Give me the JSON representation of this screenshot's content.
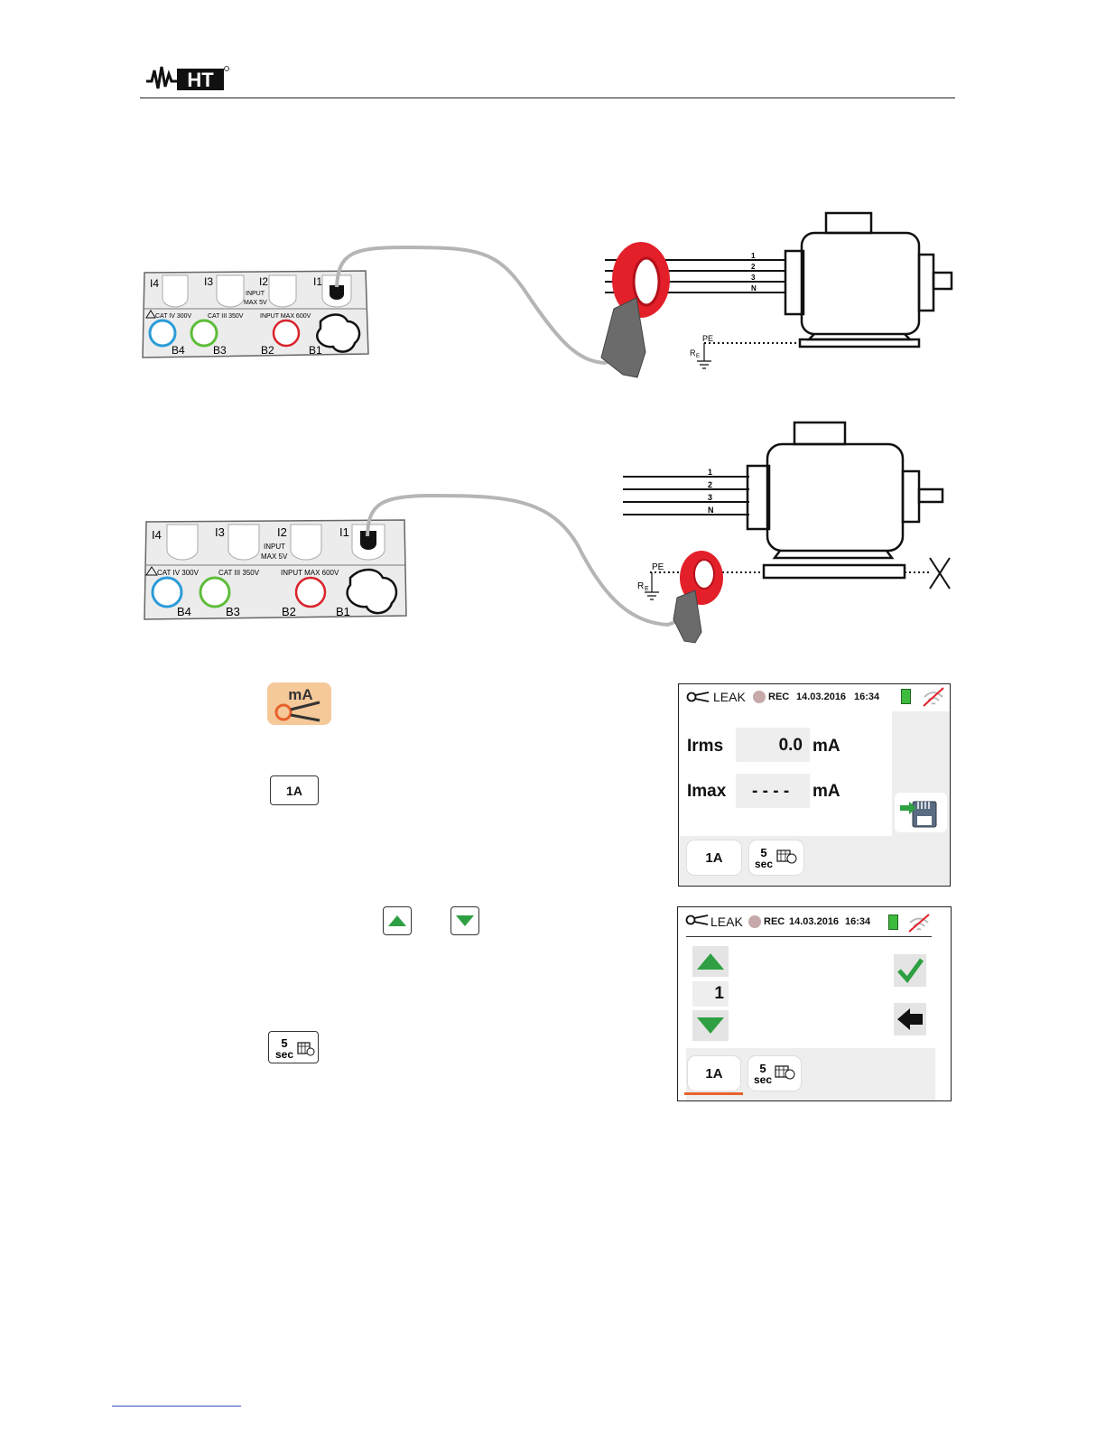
{
  "brand": {
    "logo_text": "HT"
  },
  "diagram1": {
    "inputs": [
      "I4",
      "I3",
      "I2",
      "I1"
    ],
    "input_label": [
      "INPUT",
      "MAX 5V"
    ],
    "cat_labels": [
      "CAT IV 300V",
      "CAT III 350V",
      "INPUT MAX 600V"
    ],
    "terminals": [
      "B4",
      "B3",
      "B2",
      "B1"
    ],
    "wires": [
      "1",
      "2",
      "3",
      "N"
    ],
    "pe": "PE",
    "re": "R",
    "re_sub": "E"
  },
  "diagram2": {
    "inputs": [
      "I4",
      "I3",
      "I2",
      "I1"
    ],
    "input_label": [
      "INPUT",
      "MAX 5V"
    ],
    "cat_labels": [
      "CAT IV 300V",
      "CAT III 350V",
      "INPUT MAX 600V"
    ],
    "terminals": [
      "B4",
      "B3",
      "B2",
      "B1"
    ],
    "wires": [
      "1",
      "2",
      "3",
      "N"
    ],
    "pe": "PE",
    "re": "R",
    "re_sub": "E"
  },
  "icons": {
    "ma_label": "mA",
    "range_label": "1A",
    "interval_num": "5",
    "interval_unit": "sec"
  },
  "screen1": {
    "mode": "LEAK",
    "rec": "REC",
    "date": "14.03.2016",
    "time": "16:34",
    "rows": [
      {
        "label": "Irms",
        "value": "0.0",
        "unit": "mA"
      },
      {
        "label": "Imax",
        "value": "- - - -",
        "unit": "mA"
      }
    ],
    "btn_range": "1A",
    "btn_interval_num": "5",
    "btn_interval_unit": "sec"
  },
  "screen2": {
    "mode": "LEAK",
    "rec": "REC",
    "date": "14.03.2016",
    "time": "16:34",
    "value": "1",
    "btn_range": "1A",
    "btn_interval_num": "5",
    "btn_interval_unit": "sec"
  },
  "colors": {
    "clamp_red": "#e3202a",
    "clamp_grey": "#6b6b6b",
    "green_arrow": "#2ea043",
    "accent_orange": "#e8622c"
  }
}
